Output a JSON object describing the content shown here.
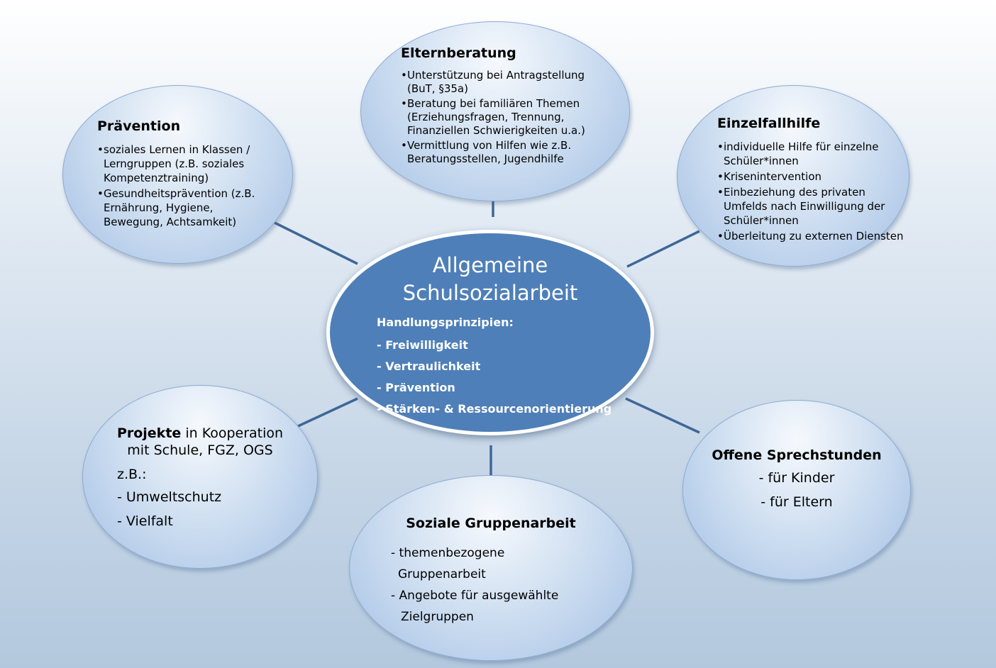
{
  "center": {
    "title_line1": "Allgemeine",
    "title_line2": "Schulsozialarbeit",
    "subtitle": "Handlungsprinzipien:",
    "items": [
      "- Freiwilligkeit",
      "- Vertraulichkeit",
      "- Prävention",
      "- Stärken- & Ressourcenorientierung"
    ]
  },
  "elternberatung": {
    "title": "Elternberatung",
    "items": [
      "Unterstützung bei Antragstellung (BuT, §35a)",
      "Beratung bei familiären Themen (Erziehungsfragen, Trennung, Finanziellen Schwierigkeiten u.a.)",
      "Vermittlung von Hilfen wie z.B. Beratungsstellen, Jugendhilfe"
    ]
  },
  "praevention": {
    "title": "Prävention",
    "items": [
      "soziales Lernen in Klassen / Lerngruppen (z.B. soziales Kompetenztraining)",
      "Gesundheitsprävention (z.B. Ernährung, Hygiene, Bewegung, Achtsamkeit)"
    ]
  },
  "einzelfallhilfe": {
    "title": "Einzelfallhilfe",
    "items": [
      "individuelle Hilfe für einzelne Schüler*innen",
      "Krisenintervention",
      "Einbeziehung des privaten Umfelds nach Einwilligung der Schüler*innen",
      "Überleitung zu externen Diensten"
    ]
  },
  "projekte": {
    "title_bold": "Projekte",
    "title_rest": " in Kooperation",
    "title_line2": "mit Schule, FGZ, OGS",
    "intro": "z.B.:",
    "items": [
      "- Umweltschutz",
      "- Vielfalt"
    ]
  },
  "sprechstunden": {
    "title": "Offene Sprechstunden",
    "items": [
      "- für Kinder",
      "- für Eltern"
    ]
  },
  "gruppenarbeit": {
    "title": "Soziale Gruppenarbeit",
    "items": [
      {
        "line1": "- themenbezogene",
        "line2": "Gruppenarbeit"
      },
      {
        "line1": "- Angebote für ausgewählte",
        "line2": "Zielgruppen"
      }
    ]
  }
}
